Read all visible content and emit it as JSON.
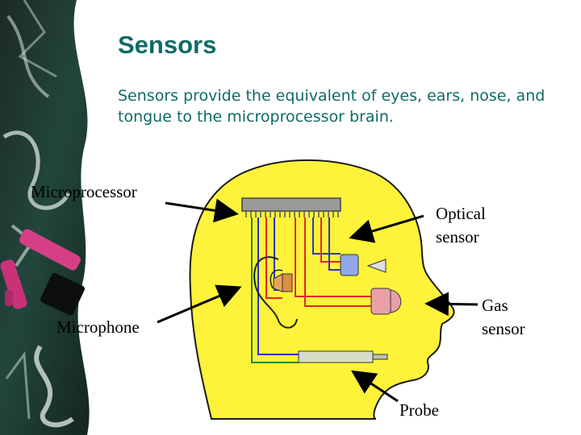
{
  "slide": {
    "title": "Sensors",
    "body": "Sensors provide the equivalent of eyes, ears, nose, and tongue to the microprocessor brain."
  },
  "diagram": {
    "labels": {
      "microprocessor": "Microprocessor",
      "optical_line1": "Optical",
      "optical_line2": "sensor",
      "gas_line1": "Gas",
      "gas_line2": "sensor",
      "microphone": "Microphone",
      "probe": "Probe"
    },
    "colors": {
      "head": "#fff23a",
      "title": "#0f6b66",
      "wire_red": "#e8242a",
      "wire_blue": "#2a36c8"
    }
  }
}
